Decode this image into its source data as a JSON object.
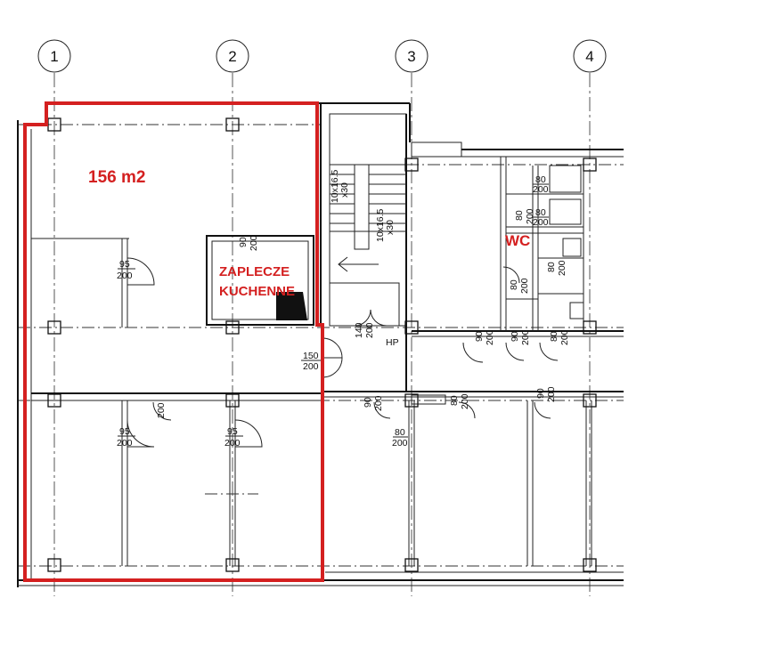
{
  "axes": [
    "1",
    "2",
    "3",
    "4"
  ],
  "highlight": {
    "area_label": "156 m2",
    "room_label_line1": "ZAPLECZE",
    "room_label_line2": "KUCHENNE",
    "color": "#d42020"
  },
  "wc_label": "WC",
  "hp_label": "HP",
  "stair_labels": [
    "10x16.5",
    "x30",
    "10x16.5",
    "x30"
  ],
  "door_dims": [
    {
      "w": "90",
      "h": "200"
    },
    {
      "w": "95",
      "h": "200"
    },
    {
      "w": "150",
      "h": "200"
    },
    {
      "w": "140",
      "h": "200"
    },
    {
      "w": "200",
      "h": ""
    },
    {
      "w": "95",
      "h": "200"
    },
    {
      "w": "95",
      "h": "200"
    },
    {
      "w": "90",
      "h": "200"
    },
    {
      "w": "80",
      "h": "200"
    },
    {
      "w": "80",
      "h": "200"
    },
    {
      "w": "80",
      "h": "200"
    },
    {
      "w": "80",
      "h": "200"
    },
    {
      "w": "80",
      "h": "200"
    },
    {
      "w": "90",
      "h": "200"
    },
    {
      "w": "90",
      "h": "200"
    },
    {
      "w": "90",
      "h": "200"
    },
    {
      "w": "80",
      "h": "200"
    },
    {
      "w": "80",
      "h": "200"
    },
    {
      "w": "80",
      "h": "200"
    }
  ]
}
